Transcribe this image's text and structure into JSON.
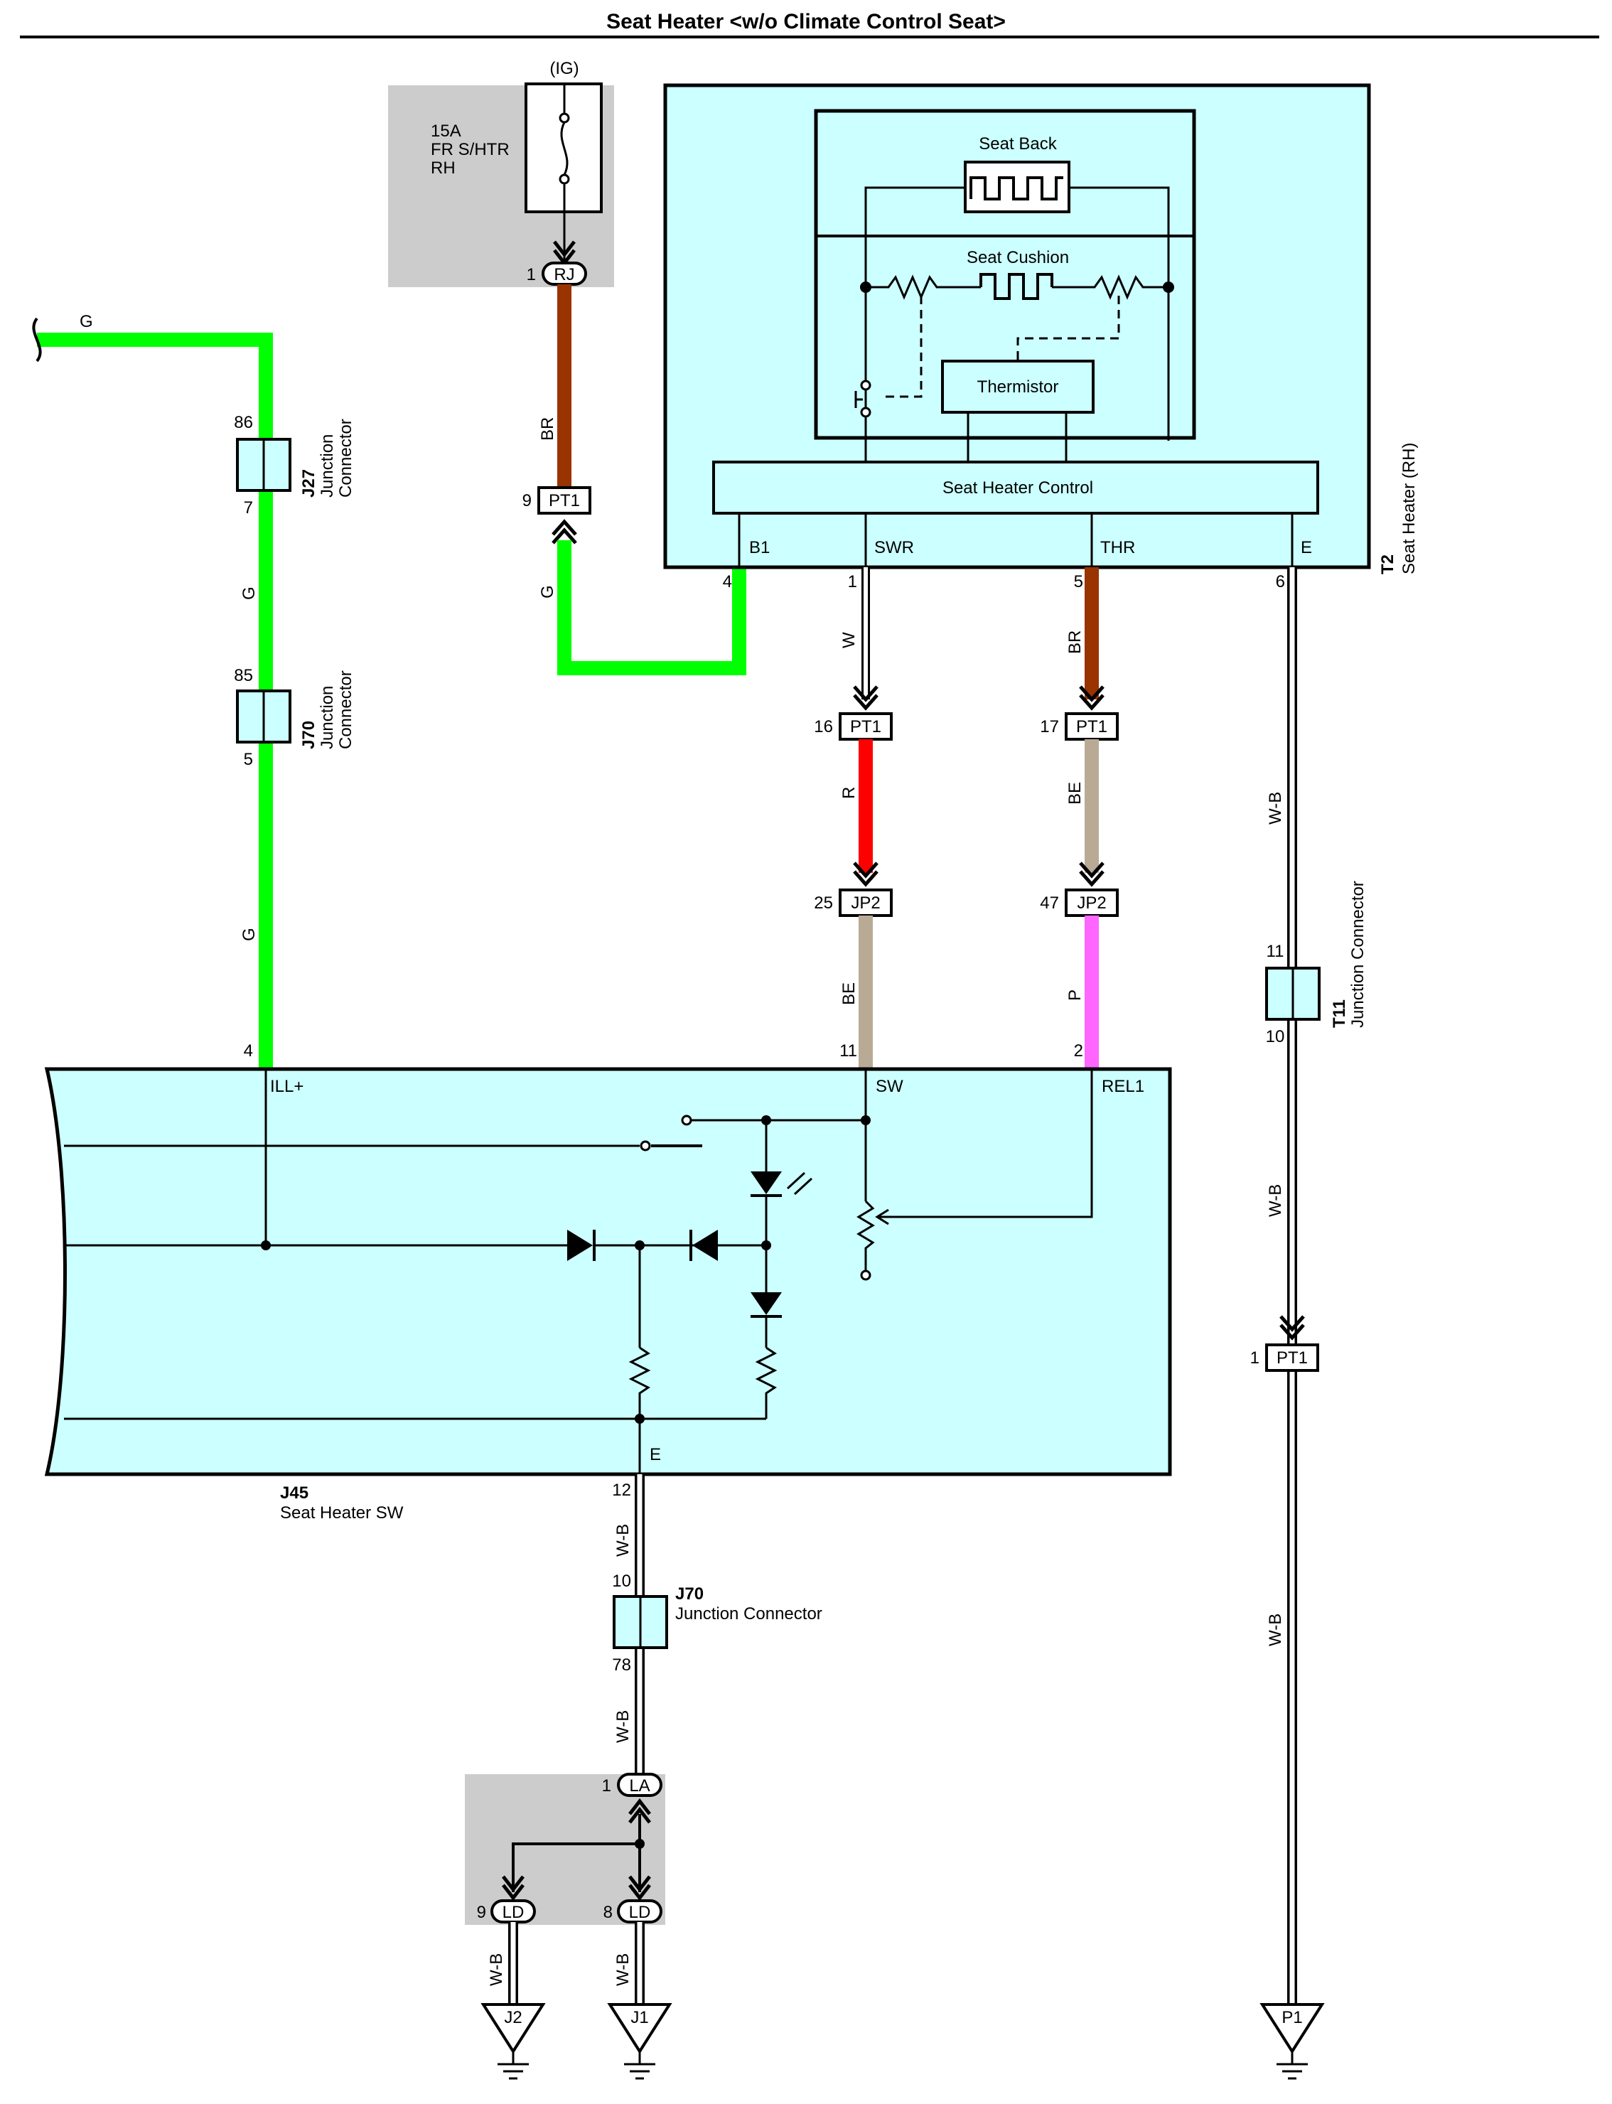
{
  "title": "Seat Heater <w/o Climate Control Seat>",
  "fuse": {
    "supply": "(IG)",
    "line1": "15A",
    "line2": "FR S/HTR",
    "line3": "RH",
    "connector": "RJ",
    "pin": "1"
  },
  "seat_heater": {
    "code": "T2",
    "name": "Seat Heater (RH)",
    "seat_back": "Seat Back",
    "seat_cushion": "Seat Cushion",
    "thermistor": "Thermistor",
    "control": "Seat Heater Control",
    "terminals": {
      "b1": "B1",
      "swr": "SWR",
      "thr": "THR",
      "e": "E"
    },
    "pins": {
      "b1": "4",
      "swr": "1",
      "thr": "5",
      "e": "6"
    }
  },
  "wire_colors": {
    "g": "G",
    "br": "BR",
    "w": "W",
    "r": "R",
    "be": "BE",
    "p": "P",
    "wb": "W-B"
  },
  "colors": {
    "green": "#00ff00",
    "brown": "#993300",
    "red": "#ff0000",
    "beige": "#b9aa96",
    "pink": "#ff66ff",
    "box_fill": "#ccffff",
    "gray_box": "#cccccc"
  },
  "connectors": {
    "pt1_br": {
      "name": "PT1",
      "pin": "9"
    },
    "pt1_w": {
      "name": "PT1",
      "pin": "16"
    },
    "pt1_br2": {
      "name": "PT1",
      "pin": "17"
    },
    "jp2_r": {
      "name": "JP2",
      "pin": "25"
    },
    "jp2_be": {
      "name": "JP2",
      "pin": "47"
    },
    "pt1_wb": {
      "name": "PT1",
      "pin": "1"
    },
    "la": {
      "name": "LA",
      "pin": "1"
    },
    "ld_a": {
      "name": "LD",
      "pin": "9"
    },
    "ld_b": {
      "name": "LD",
      "pin": "8"
    }
  },
  "junctions": {
    "j27": {
      "code": "J27",
      "line1": "Junction",
      "line2": "Connector",
      "pin_in": "86",
      "pin_out": "7"
    },
    "j70a": {
      "code": "J70",
      "line1": "Junction",
      "line2": "Connector",
      "pin_in": "85",
      "pin_out": "5"
    },
    "t11": {
      "code": "T11",
      "name": "Junction Connector",
      "pin_in": "11",
      "pin_out": "10"
    },
    "j70b": {
      "code": "J70",
      "name": "Junction Connector",
      "pin_in": "10",
      "pin_out": "78"
    }
  },
  "switch": {
    "code": "J45",
    "name": "Seat Heater SW",
    "terminals": {
      "ill": "ILL+",
      "sw": "SW",
      "rel1": "REL1",
      "e": "E"
    },
    "pins": {
      "ill": "4",
      "sw": "11",
      "rel1": "2",
      "e": "12"
    }
  },
  "grounds": {
    "j2": "J2",
    "j1": "J1",
    "p1": "P1"
  }
}
